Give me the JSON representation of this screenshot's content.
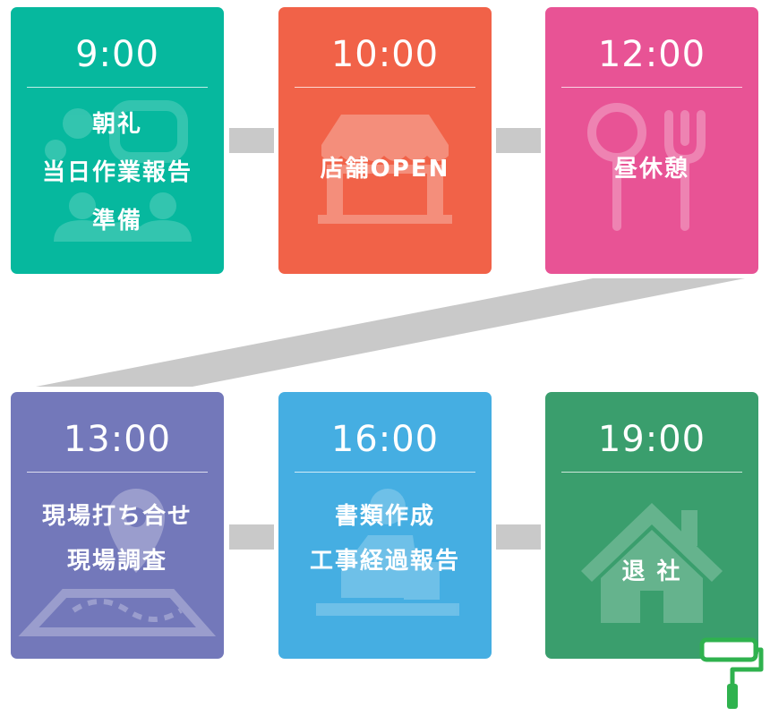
{
  "schedule": [
    {
      "time": "9:00",
      "lines": [
        "朝礼",
        "当日作業報告",
        "準備"
      ],
      "color": "#06b89e",
      "icon": "people-icon"
    },
    {
      "time": "10:00",
      "lines": [
        "店舗OPEN"
      ],
      "color": "#f16248",
      "icon": "storefront-icon"
    },
    {
      "time": "12:00",
      "lines": [
        "昼休憩"
      ],
      "color": "#e85395",
      "icon": "utensils-icon"
    },
    {
      "time": "13:00",
      "lines": [
        "現場打ち合せ",
        "現場調査"
      ],
      "color": "#7378ba",
      "icon": "map-pin-icon"
    },
    {
      "time": "16:00",
      "lines": [
        "書類作成",
        "工事経過報告"
      ],
      "color": "#45aee2",
      "icon": "desk-worker-icon"
    },
    {
      "time": "19:00",
      "lines": [
        "退 社"
      ],
      "color": "#3a9e6d",
      "icon": "house-icon"
    }
  ],
  "connector_color": "#c9c9c9",
  "roller_color": "#2fb24e",
  "roller_icon": "paint-roller-icon"
}
